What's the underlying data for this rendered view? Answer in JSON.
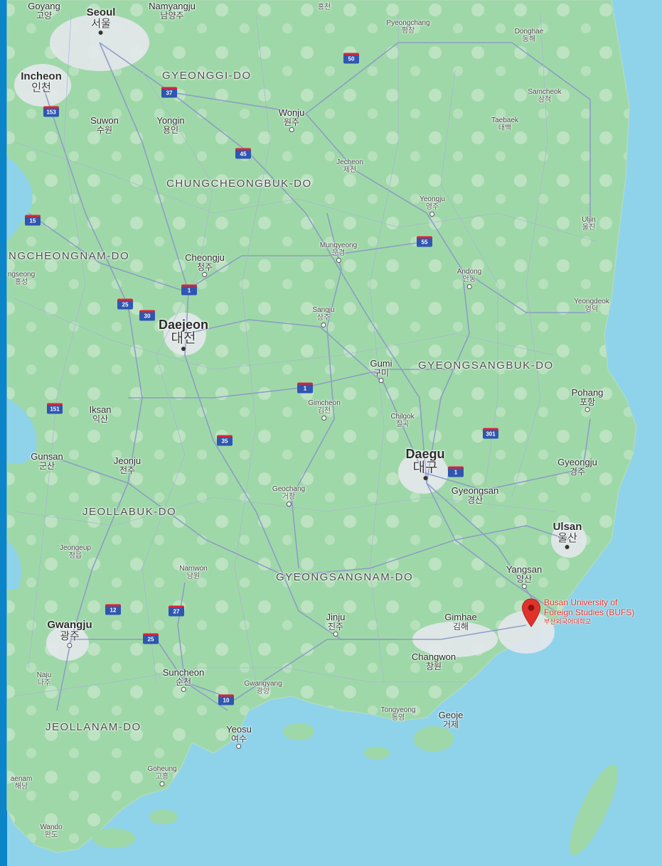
{
  "colors": {
    "frame": "#0b84c8",
    "sea": "#8fd3ea",
    "land": "#d5ecd8",
    "forest": "#9fd8a8",
    "road": "#8a97c9",
    "pin": "#e0322b",
    "shield": "#2f56b0"
  },
  "poi": {
    "line1": "Busan University of",
    "line2": "Foreign Studies (BUFS)",
    "ko": "부산외국어대학교",
    "icon": "map-pin-icon"
  },
  "regions": {
    "gyeonggi": "GYEONGGI-DO",
    "chungbuk": "CHUNGCHEONGBUK-DO",
    "chungnam": "NGCHEONGNAM-DO",
    "gyeongbuk": "GYEONGSANGBUK-DO",
    "jeonbuk": "JEOLLABUK-DO",
    "gyeongnam": "GYEONGSANGNAM-DO",
    "jeonnam": "JEOLLANAM-DO"
  },
  "cities": {
    "goyang": {
      "en": "Goyang",
      "ko": "고양"
    },
    "seoul": {
      "en": "Seoul",
      "ko": "서울"
    },
    "namyangju": {
      "en": "Namyangju",
      "ko": "남양주"
    },
    "hongcheon": {
      "ko": "홍천"
    },
    "pyeongchang": {
      "en": "Pyeongchang",
      "ko": "평창"
    },
    "donghae": {
      "en": "Donghae",
      "ko": "동해"
    },
    "incheon": {
      "en": "Incheon",
      "ko": "인천"
    },
    "samcheok": {
      "en": "Samcheok",
      "ko": "삼척"
    },
    "suwon": {
      "en": "Suwon",
      "ko": "수원"
    },
    "yongin": {
      "en": "Yongin",
      "ko": "용인"
    },
    "wonju": {
      "en": "Wonju",
      "ko": "원주"
    },
    "taebaek": {
      "en": "Taebaek",
      "ko": "태백"
    },
    "jecheon": {
      "en": "Jecheon",
      "ko": "제천"
    },
    "yeongju": {
      "en": "Yeongju",
      "ko": "영주"
    },
    "uljin": {
      "en": "Uljin",
      "ko": "울진"
    },
    "mungyeong": {
      "en": "Mungyeong",
      "ko": "문경"
    },
    "cheongju": {
      "en": "Cheongju",
      "ko": "청주"
    },
    "hongseong": {
      "en": "ngseong",
      "ko": "홍성"
    },
    "andong": {
      "en": "Andong",
      "ko": "안동"
    },
    "yeongdeok": {
      "en": "Yeongdeok",
      "ko": "영덕"
    },
    "sangju": {
      "en": "Sangju",
      "ko": "상주"
    },
    "daejeon": {
      "en": "Daejeon",
      "ko": "대전"
    },
    "gumi": {
      "en": "Gumi",
      "ko": "구미"
    },
    "pohang": {
      "en": "Pohang",
      "ko": "포항"
    },
    "iksan": {
      "en": "Iksan",
      "ko": "익산"
    },
    "gimcheon": {
      "en": "Gimcheon",
      "ko": "김천"
    },
    "chilgok": {
      "en": "Chilgok",
      "ko": "칠곡"
    },
    "gunsan": {
      "en": "Gunsan",
      "ko": "군산"
    },
    "jeonju": {
      "en": "Jeonju",
      "ko": "전주"
    },
    "daegu": {
      "en": "Daegu",
      "ko": "대구"
    },
    "gyeongju": {
      "en": "Gyeongju",
      "ko": "경주"
    },
    "gyeongsan": {
      "en": "Gyeongsan",
      "ko": "경산"
    },
    "geochang": {
      "en": "Geochang",
      "ko": "거창"
    },
    "ulsan": {
      "en": "Ulsan",
      "ko": "울산"
    },
    "jeongeup": {
      "en": "Jeongeup",
      "ko": "정읍"
    },
    "namwon": {
      "en": "Namwon",
      "ko": "남원"
    },
    "yangsan": {
      "en": "Yangsan",
      "ko": "양산"
    },
    "gwangju": {
      "en": "Gwangju",
      "ko": "광주"
    },
    "jinju": {
      "en": "Jinju",
      "ko": "진주"
    },
    "gimhae": {
      "en": "Gimhae",
      "ko": "김해"
    },
    "changwon": {
      "en": "Changwon",
      "ko": "창원"
    },
    "suncheon": {
      "en": "Suncheon",
      "ko": "순천"
    },
    "gwangyang": {
      "en": "Gwangyang",
      "ko": "광양"
    },
    "naju": {
      "en": "Naju",
      "ko": "나주"
    },
    "tongyeong": {
      "en": "Tongyeong",
      "ko": "통영"
    },
    "geoje": {
      "en": "Geoje",
      "ko": "거제"
    },
    "yeosu": {
      "en": "Yeosu",
      "ko": "여수"
    },
    "goheung": {
      "en": "Goheung",
      "ko": "고흥"
    },
    "haenam": {
      "en": "aenam",
      "ko": "해남"
    },
    "wando": {
      "en": "Wando",
      "ko": "완도"
    }
  },
  "shields": [
    {
      "id": "s153",
      "label": "153"
    },
    {
      "id": "s37",
      "label": "37"
    },
    {
      "id": "s50",
      "label": "50"
    },
    {
      "id": "s45",
      "label": "45"
    },
    {
      "id": "s15",
      "label": "15"
    },
    {
      "id": "s55",
      "label": "55"
    },
    {
      "id": "s1a",
      "label": "1"
    },
    {
      "id": "s25a",
      "label": "25"
    },
    {
      "id": "s30",
      "label": "30"
    },
    {
      "id": "s1b",
      "label": "1"
    },
    {
      "id": "s151",
      "label": "151"
    },
    {
      "id": "s35",
      "label": "35"
    },
    {
      "id": "s301",
      "label": "301"
    },
    {
      "id": "s1c",
      "label": "1"
    },
    {
      "id": "s12",
      "label": "12"
    },
    {
      "id": "s27",
      "label": "27"
    },
    {
      "id": "s25b",
      "label": "25"
    },
    {
      "id": "s10",
      "label": "10"
    }
  ]
}
